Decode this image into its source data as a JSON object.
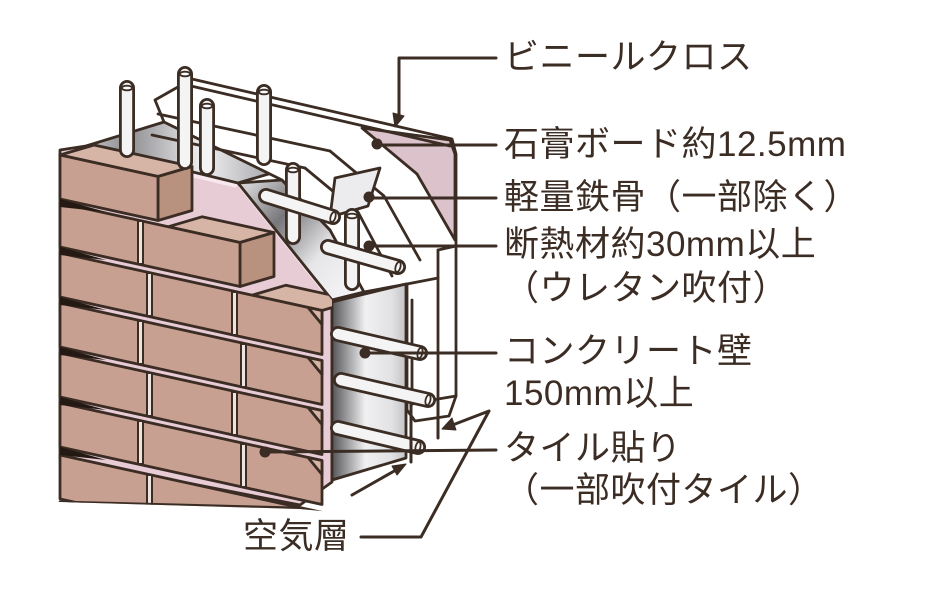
{
  "diagram": {
    "type": "wall-construction-cutaway-section",
    "labels": {
      "vinyl": "ビニールクロス",
      "gypsum": "石膏ボード約12.5mm",
      "steel": "軽量鉄骨（一部除く）",
      "insulation_line1": "断熱材約30mm以上",
      "insulation_line2": "（ウレタン吹付）",
      "concrete_line1": "コンクリート壁",
      "concrete_line2": "150mm以上",
      "tile_line1": "タイル貼り",
      "tile_line2": "（一部吹付タイル）",
      "air": "空気層"
    },
    "colors": {
      "outline": "#3b2c24",
      "text": "#3b2c24",
      "brick_front": "#c8a092",
      "brick_top": "#d6b4a6",
      "brick_end": "#b8917f",
      "mortar_pink": "#e7ccd6",
      "vinyl_pink": "#dcc2cb",
      "concrete_gray": "#9a9a9e",
      "board_white": "#ffffff",
      "background": "#ffffff"
    },
    "pointer_styles": {
      "vinyl": "elbow-line-with-arrow",
      "gypsum": "line-with-dot",
      "steel": "line-with-dot",
      "insulation": "line-with-dot",
      "concrete": "line-with-dot",
      "tile": "line-with-dot",
      "air": "lines-with-two-arrows"
    }
  }
}
